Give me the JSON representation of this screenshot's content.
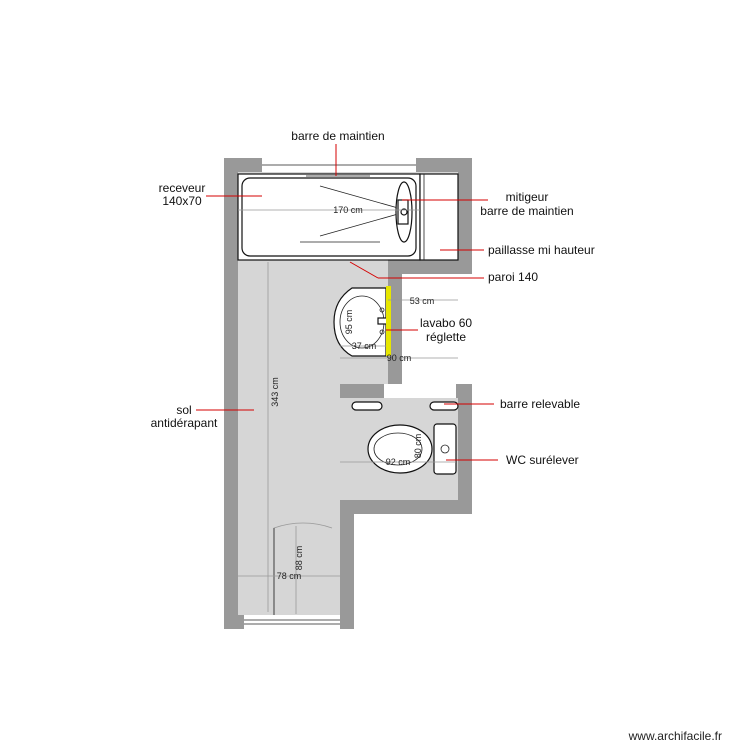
{
  "labels": {
    "barre_maintien_top": "barre de maintien",
    "receveur_1": "receveur",
    "receveur_2": "140x70",
    "mitigeur_1": "mitigeur",
    "mitigeur_2": "barre de maintien",
    "paillasse": "paillasse mi hauteur",
    "paroi": "paroi 140",
    "lavabo": "lavabo 60",
    "reglette": "réglette",
    "sol_1": "sol",
    "sol_2": "antidérapant",
    "barre_relevable": "barre relevable",
    "wc": "WC surélever"
  },
  "dimensions": {
    "bath_length": "170 cm",
    "paillasse_width": "53 cm",
    "lavabo_depth": "95 cm",
    "lavabo_37": "37 cm",
    "lavabo_90": "90 cm",
    "room_length": "343 cm",
    "wc_length": "92 cm",
    "wc_width": "80 cm",
    "door_height": "88 cm",
    "door_width": "78 cm"
  },
  "watermark": "www.archifacile.fr",
  "colors": {
    "wall": "#999999",
    "floor": "#d6d6d6",
    "leader": "#d40000",
    "reglette": "#e6e600"
  }
}
